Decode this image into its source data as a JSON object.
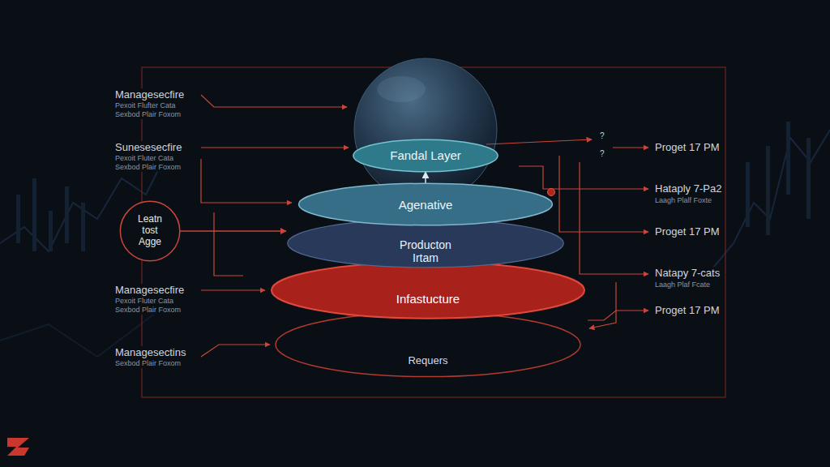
{
  "diagram": {
    "nodes": [
      {
        "text": [
          "Fandal Layer"
        ]
      },
      {
        "text": [
          "Agenative"
        ]
      },
      {
        "text": [
          "Leatn tost Agge"
        ]
      },
      {
        "text": [
          "Producton Irtam"
        ]
      },
      {
        "text": [
          "Infastucture"
        ]
      },
      {
        "text": [
          "Requers"
        ]
      }
    ],
    "edges": [
      {
        "from": 1,
        "to": 0,
        "arrow": "to"
      },
      {
        "from": 2,
        "to": 3,
        "arrow": "to"
      }
    ],
    "labels": [
      "Managesecfire",
      "Pexoit Flufter Cata Sexbod Plair Foxom",
      "Sunesesecfire",
      "Pexoit Fluter Cata Sexbod Plair Foxom",
      "Managesecfire",
      "Pexoit Fluter Cata Sexbod Plair Foxom",
      "Managesectins",
      "Sexbod Plair Foxom",
      "?",
      "?",
      "Proget 17 PM",
      "Hataply 7-Pa2",
      "Laagh Plalf Foxte",
      "Proget 17 PM",
      "Natapy 7-cats",
      "Laagh Plaf Fcate",
      "Proget 17 PM"
    ]
  }
}
